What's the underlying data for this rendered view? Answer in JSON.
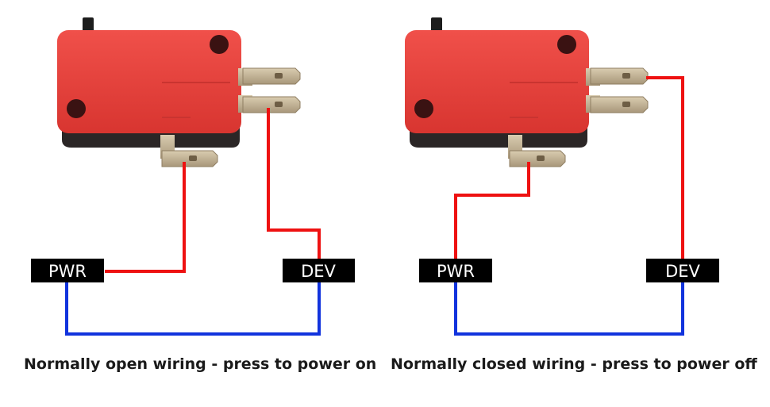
{
  "panels": [
    {
      "pwr_label": "PWR",
      "dev_label": "DEV",
      "caption": "Normally open wiring - press to power on"
    },
    {
      "pwr_label": "PWR",
      "dev_label": "DEV",
      "caption": "Normally closed wiring - press to power off"
    }
  ],
  "colors": {
    "switch_body": "#e8403a",
    "switch_base": "#2b2626",
    "terminal": "#c7b899",
    "wire_red": "#ee1111",
    "wire_blue": "#1133dd",
    "label_bg": "#000000",
    "label_text": "#ffffff"
  }
}
